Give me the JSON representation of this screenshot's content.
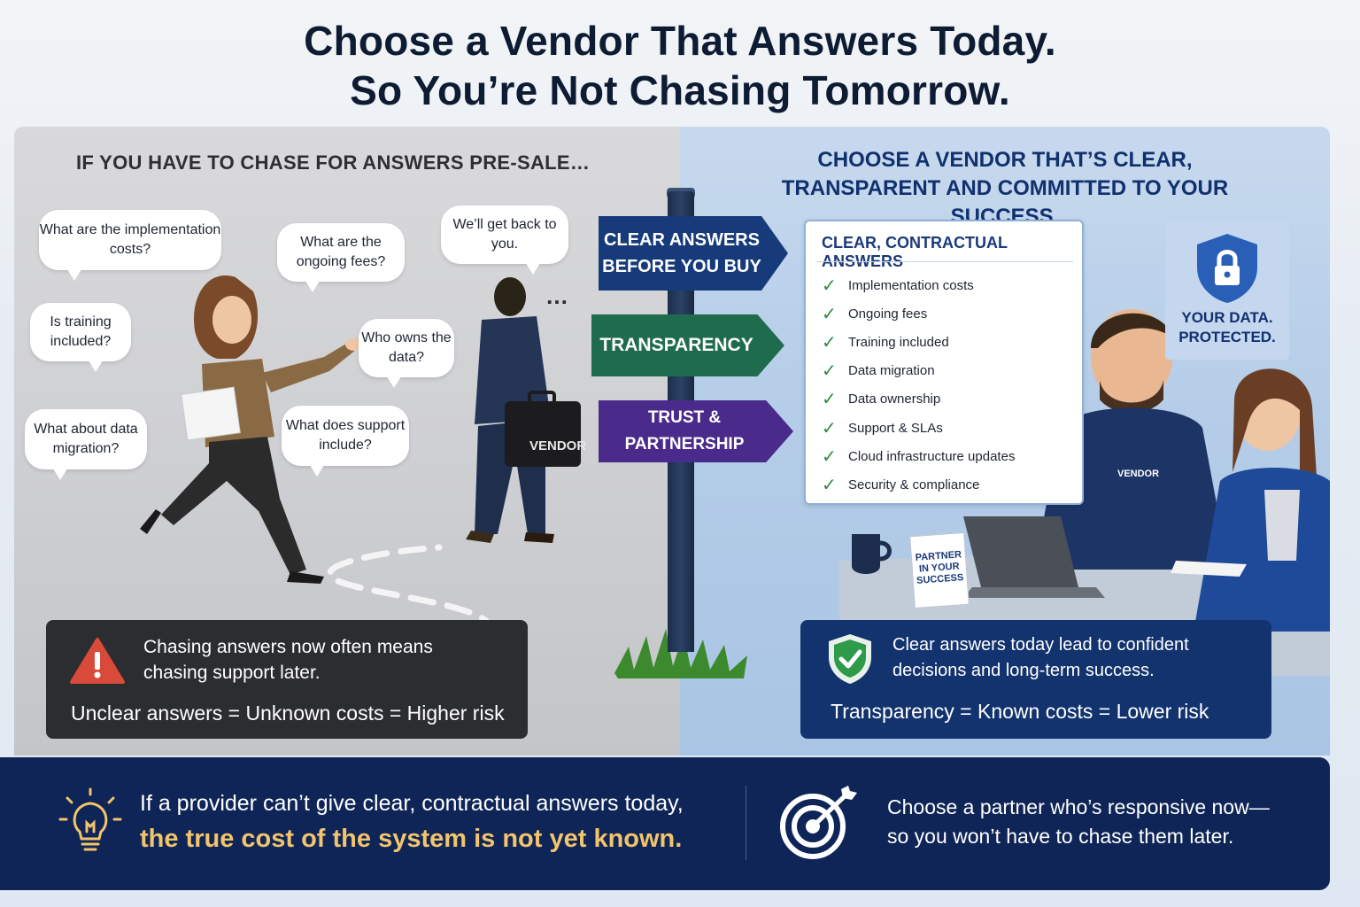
{
  "headline": {
    "line1": "Choose a Vendor That Answers Today.",
    "line2": "So You’re Not Chasing Tomorrow."
  },
  "left": {
    "heading": "IF YOU HAVE TO CHASE FOR ANSWERS PRE-SALE…",
    "bubbles": [
      "What are the implementation costs?",
      "What are the ongoing fees?",
      "We’ll get back to you.",
      "Is training included?",
      "Who owns the data?",
      "What about data migration?",
      "What does support include?"
    ],
    "ellipsis": "…",
    "briefcase_label": "VENDOR",
    "warning_icon": "warning-triangle-icon",
    "warning_text": "Chasing answers now often means chasing support later.",
    "equation": "Unclear answers = Unknown costs = Higher risk"
  },
  "signpost": {
    "signs": [
      {
        "label": "CLEAR ANSWERS BEFORE YOU BUY",
        "color": "#173b7a"
      },
      {
        "label": "TRANSPARENCY",
        "color": "#1f6b4e"
      },
      {
        "label": "TRUST & PARTNERSHIP",
        "color": "#4a2a8a"
      }
    ]
  },
  "right": {
    "heading": "CHOOSE A VENDOR THAT’S CLEAR, TRANSPARENT AND COMMITTED TO YOUR SUCCESS.",
    "card_title": "CLEAR, CONTRACTUAL ANSWERS",
    "checklist": [
      "Implementation costs",
      "Ongoing fees",
      "Training included",
      "Data migration",
      "Data ownership",
      "Support & SLAs",
      "Cloud infrastructure updates",
      "Security & compliance"
    ],
    "check_glyph": "✓",
    "shield_text": "YOUR DATA. PROTECTED.",
    "shirt_label": "VENDOR",
    "desk_card": "PARTNER IN YOUR SUCCESS",
    "info_text": "Clear answers today lead to confident decisions and long-term success.",
    "equation": "Transparency = Known costs = Lower risk"
  },
  "banner": {
    "left_line1": "If a provider can’t give clear, contractual answers today,",
    "left_line2": "the true cost of the system is not yet known.",
    "right_text": "Choose a partner who’s responsive now— so you won’t have to chase them later.",
    "accent": "#f2c46b"
  }
}
